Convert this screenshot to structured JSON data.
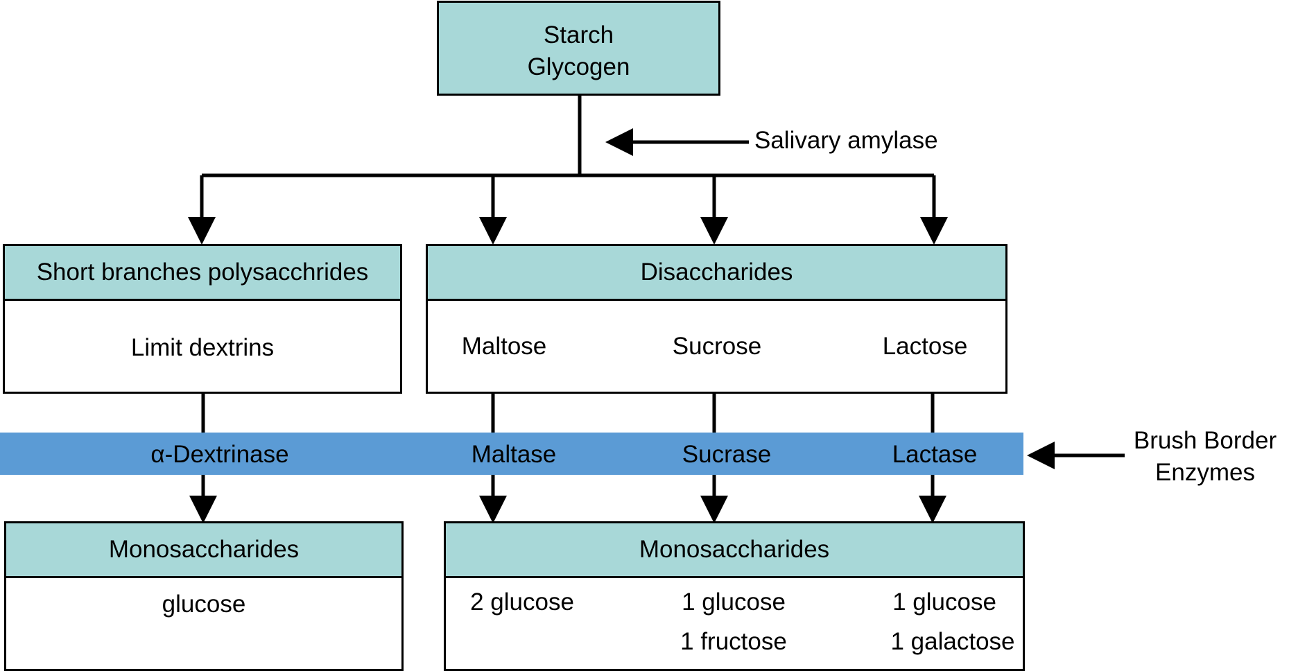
{
  "top_node": {
    "line1": "Starch",
    "line2": "Glycogen"
  },
  "salivary_label": "Salivary amylase",
  "left_top_box": {
    "header": "Short branches polysacchrides",
    "item": "Limit dextrins"
  },
  "right_top_box": {
    "header": "Disaccharides",
    "items": [
      "Maltose",
      "Sucrose",
      "Lactose"
    ]
  },
  "enzyme_band": {
    "color": "#5b9bd5",
    "enzymes": [
      "α-Dextrinase",
      "Maltase",
      "Sucrase",
      "Lactase"
    ]
  },
  "brush_border_label": {
    "line1": "Brush Border",
    "line2": "Enzymes"
  },
  "left_bottom_box": {
    "header": "Monosaccharides",
    "item": "glucose"
  },
  "right_bottom_box": {
    "header": "Monosaccharides",
    "col1": [
      "2 glucose"
    ],
    "col2": [
      "1 glucose",
      "1 fructose"
    ],
    "col3": [
      "1 glucose",
      "1 galactose"
    ]
  },
  "colors": {
    "header_fill": "#a8d8d8",
    "line": "#000000"
  }
}
